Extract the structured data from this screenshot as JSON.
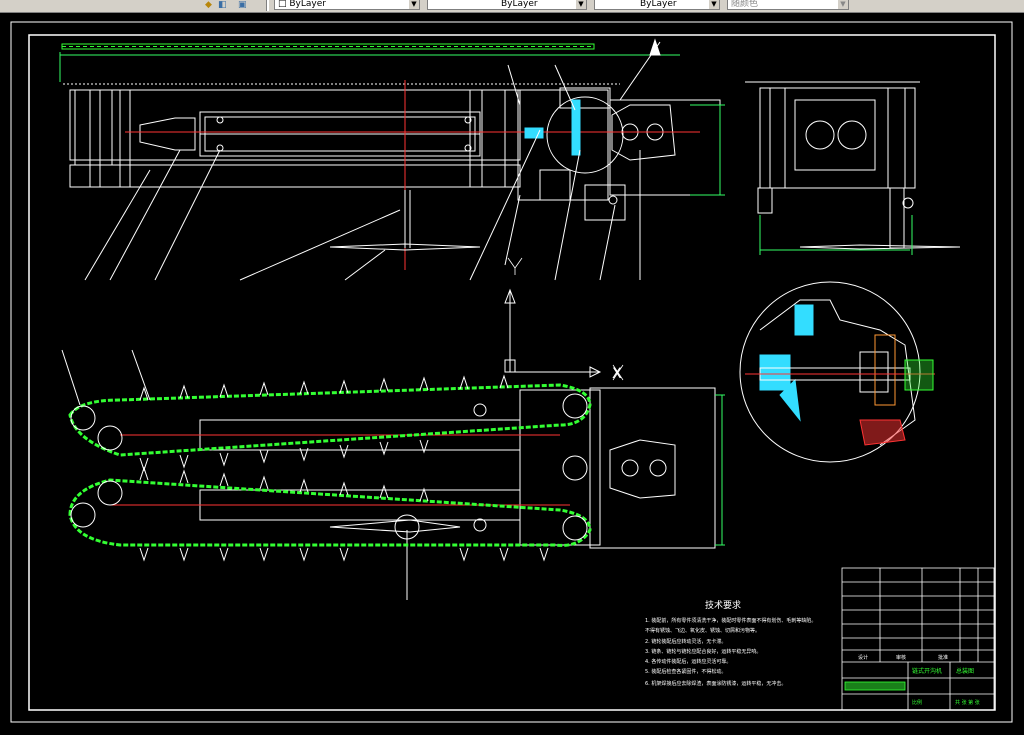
{
  "toolbar": {
    "layer_combo": "ByLayer",
    "linetype_combo": "ByLayer",
    "lineweight_combo": "ByLayer",
    "plotstyle_combo": "随颜色"
  },
  "drawing": {
    "axis_x_label": "X",
    "notes_title": "技术要求",
    "notes": [
      "1. 装配前，所有零件须清洗干净，装配时零件表面不得有划伤、毛刺等缺陷。",
      "   不得有锈蚀、飞边、氧化皮、锈蚀、切屑和污物等。",
      "2. 链轮装配后应转动灵活，无卡滞。",
      "3. 链条、链轮与链轮应配合良好，运转平稳无异响。",
      "4. 各传动件装配后，运转应灵活可靠。",
      "5. 装配后检查各紧固件，不得松动。",
      "6. 机架焊接后应去除焊渣，表面涂防锈漆，运转平稳，无冲击。"
    ],
    "title_block": {
      "drawing_name": "链式开沟机",
      "drawing_number": "总装图",
      "label_design": "设计",
      "label_check": "审核",
      "label_approve": "批准",
      "label_scale": "比例",
      "label_sheet": "共 张 第 张"
    }
  },
  "colors": {
    "toolbar_bg": "#d4d0c8",
    "frame": "#ffffff",
    "chain": "#33ff33",
    "centerline": "#ff3333",
    "section_cyan": "#33ddff",
    "dim_green": "#33ff66"
  }
}
